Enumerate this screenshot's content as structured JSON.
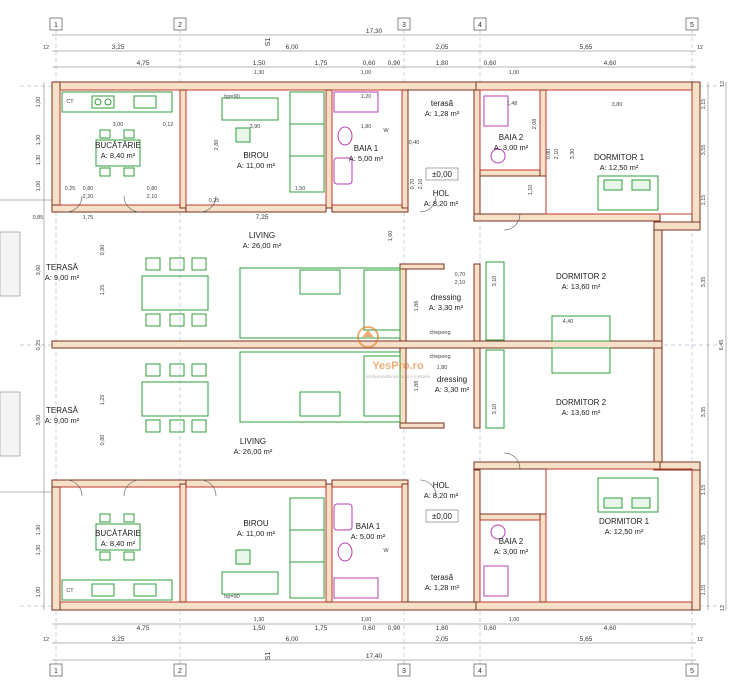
{
  "axes": {
    "top": [
      "1",
      "2",
      "3",
      "4",
      "5"
    ],
    "bottom": [
      "1",
      "2",
      "3",
      "4",
      "5"
    ],
    "section_top": "S1",
    "section_bottom": "S1"
  },
  "dims_top": {
    "total": "17,30",
    "row1": [
      "12",
      "3,25",
      "6,00",
      "2,05",
      "5,65",
      "12"
    ],
    "row2": [
      "4,75",
      "1,50",
      "1,75",
      "0,60",
      "0,90",
      "1,80",
      "0,60",
      "4,60"
    ],
    "row3": [
      "1,30",
      "1,00",
      "1,00"
    ]
  },
  "dims_bottom": {
    "total": "17,40",
    "row1": [
      "12",
      "3,25",
      "6,00",
      "2,05",
      "5,65",
      "12"
    ],
    "row2": [
      "4,75",
      "1,50",
      "1,75",
      "0,60",
      "0,90",
      "1,80",
      "0,60",
      "4,60"
    ],
    "row3": [
      "1,30",
      "1,00",
      "1,00"
    ]
  },
  "dims_left": [
    "1,00",
    "1,30",
    "1,30",
    "1,00",
    "3,60",
    "1,25",
    "0,80",
    "0,25",
    "1,25",
    "3,60",
    "0,80",
    "1,30",
    "1,30",
    "1,00"
  ],
  "dims_right": [
    "12",
    "1,15",
    "3,55",
    "1,15",
    "3,35",
    "6,45",
    "3,35",
    "1,15",
    "3,55",
    "1,15",
    "12"
  ],
  "rooms": [
    {
      "name": "BUCĂTĂRIE",
      "area": "A: 8,40 m²"
    },
    {
      "name": "BIROU",
      "area": "A: 11,00 m²"
    },
    {
      "name": "BAIA 1",
      "area": "A: 5,00 m²"
    },
    {
      "name": "terasă",
      "area": "A: 1,28 m²"
    },
    {
      "name": "BAIA 2",
      "area": "A: 3,00 m²"
    },
    {
      "name": "DORMITOR 1",
      "area": "A: 12,50 m²"
    },
    {
      "name": "HOL",
      "area": "A: 8,20 m²"
    },
    {
      "name": "LIVING",
      "area": "A: 26,00 m²"
    },
    {
      "name": "TERASĂ",
      "area": "A: 9,00 m²"
    },
    {
      "name": "dressing",
      "area": "A: 3,30 m²"
    },
    {
      "name": "DORMITOR 2",
      "area": "A: 13,60 m²"
    },
    {
      "name": "DORMITOR 2",
      "area": "A: 13,60 m²"
    },
    {
      "name": "dressing",
      "area": "A: 3,30 m²"
    },
    {
      "name": "TERASĂ",
      "area": "A: 9,00 m²"
    },
    {
      "name": "LIVING",
      "area": "A: 26,00 m²"
    },
    {
      "name": "HOL",
      "area": "A: 8,20 m²"
    },
    {
      "name": "BUCĂTĂRIE",
      "area": "A: 8,40 m²"
    },
    {
      "name": "BIROU",
      "area": "A: 11,00 m²"
    },
    {
      "name": "BAIA 1",
      "area": "A: 5,00 m²"
    },
    {
      "name": "BAIA 2",
      "area": "A: 3,00 m²"
    },
    {
      "name": "DORMITOR 1",
      "area": "A: 12,50 m²"
    },
    {
      "name": "terasă",
      "area": "A: 1,28 m²"
    }
  ],
  "level_marks": [
    "±0,00",
    "±0,00"
  ],
  "inner_dims": [
    "3,00",
    "0,12",
    "0,25",
    "0,80",
    "2,20",
    "0,80",
    "2,10",
    "0,25",
    "2,80",
    "3,90",
    "1,50",
    "1,80",
    "1,20",
    "0,40",
    "0,70",
    "2,10",
    "1,48",
    "2,08",
    "0,80",
    "2,10",
    "3,80",
    "3,30",
    "1,10",
    "7,25",
    "1,75",
    "0,85",
    "1,60",
    "1,86",
    "3,10",
    "4,40",
    "3,10",
    "0,70",
    "2,10",
    "1,80",
    "1,88"
  ],
  "small_labels": {
    "ct": "CT",
    "chepeng": "chepeng",
    "hp": "hp=90",
    "w": "W"
  },
  "watermark": {
    "brand": "YesPro.ro",
    "tagline": "profesionalismul ca și o meserie"
  },
  "colors": {
    "wall_fill": "#f6e1c8",
    "wall_stroke": "#7a2f1e",
    "furniture": "#2e9c3a",
    "sanitary": "#b53fb5",
    "grid": "#8aa0c8"
  }
}
